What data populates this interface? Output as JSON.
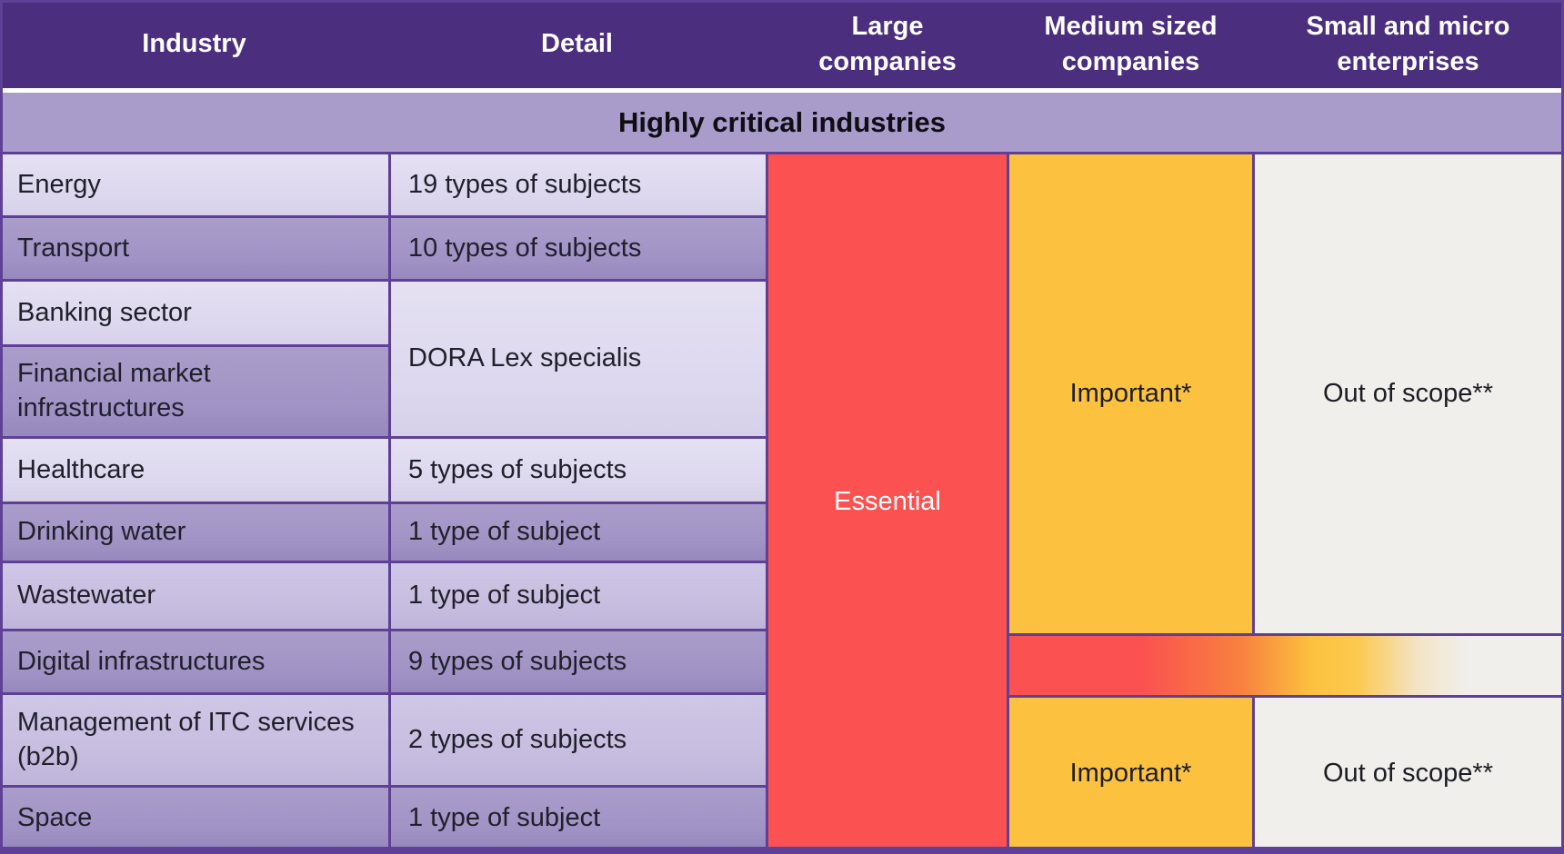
{
  "table": {
    "columns": [
      "Industry",
      "Detail",
      "Large companies",
      "Medium sized companies",
      "Small and micro enterprises"
    ],
    "section_title": "Highly critical industries",
    "rows": [
      {
        "industry": "Energy",
        "detail": "19 types of subjects"
      },
      {
        "industry": "Transport",
        "detail": "10 types of subjects"
      },
      {
        "industry": "Banking sector",
        "detail": "DORA Lex specialis"
      },
      {
        "industry": "Financial market infrastructures",
        "detail": "DORA Lex specialis"
      },
      {
        "industry": "Healthcare",
        "detail": "5 types of subjects"
      },
      {
        "industry": "Drinking water",
        "detail": "1 type of subject"
      },
      {
        "industry": "Wastewater",
        "detail": "1 type of subject"
      },
      {
        "industry": "Digital infrastructures",
        "detail": "9 types of subjects"
      },
      {
        "industry": "Management of ITC services (b2b)",
        "detail": "2 types of subjects"
      },
      {
        "industry": "Space",
        "detail": "1 type of subject"
      }
    ],
    "classifications": {
      "large": "Essential",
      "medium_top": "Important*",
      "medium_bottom": "Important*",
      "small_top": "Out of scope**",
      "small_bottom": "Out of scope**"
    },
    "colors": {
      "header_bg": "#4b2e7e",
      "banner_bg": "#a99cca",
      "gridline": "#5e4197",
      "row_light": "#e1ddf0",
      "row_mid": "#c8bfe0",
      "row_dark": "#a092c4",
      "essential_red": "#fb5150",
      "important_orange": "#fcc23f",
      "out_of_scope_gray": "#f0efec",
      "header_text": "#ffffff",
      "body_text": "#20202b"
    }
  }
}
